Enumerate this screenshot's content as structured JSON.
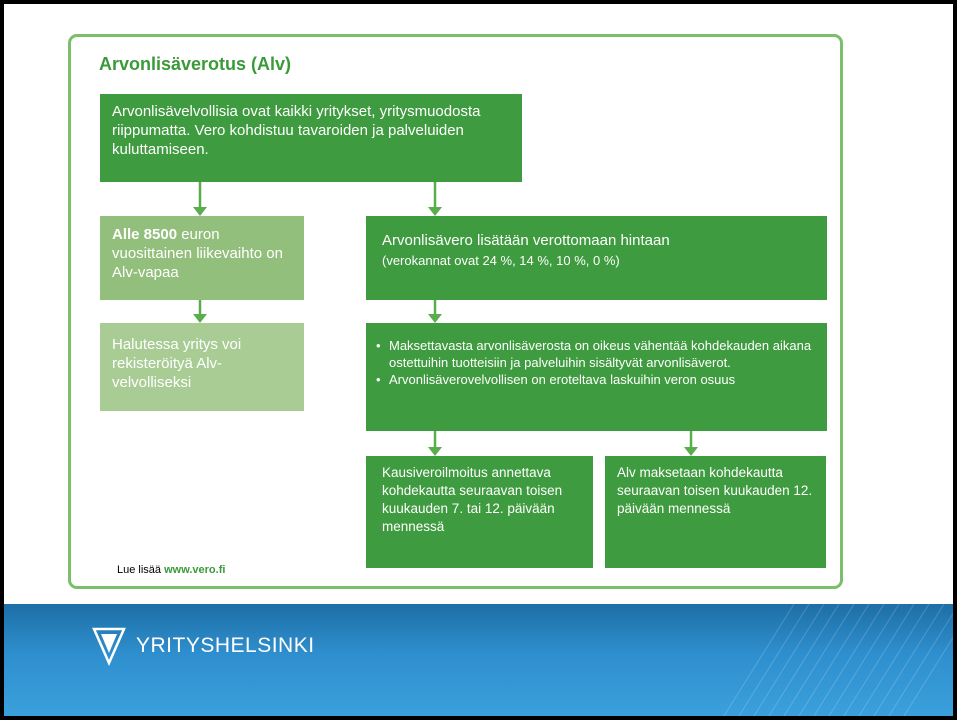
{
  "title": "Arvonlisäverotus (Alv)",
  "boxes": {
    "top": "Arvonlisävelvollisia ovat kaikki yritykset, yritysmuodosta riippumatta. Vero kohdistuu tavaroiden ja palveluiden kuluttamiseen.",
    "alle_bold": "Alle 8500",
    "alle_rest": " euron vuosittainen liikevaihto on Alv-vapaa",
    "halutessa": "Halutessa yritys voi rekisteröityä Alv-velvolliseksi",
    "alv_main": "Arvonlisävero lisätään verottomaan hintaan",
    "alv_sub": "(verokannat ovat 24 %, 14 %, 10 %, 0 %)",
    "bullet_1": "Maksettavasta arvonlisäverosta on oikeus vähentää kohdekauden aikana ostettuihin tuotteisiin ja palveluihin sisältyvät arvonlisäverot.",
    "bullet_2": "Arvonlisäverovelvollisen on eroteltava laskuihin veron osuus",
    "kausi": "Kausiveroilmoitus annettava kohdekautta seuraavan toisen kuukauden 7. tai 12. päivään mennessä",
    "maksu": "Alv maksetaan kohdekautta seuraavan toisen kuukauden 12. päivään mennessä"
  },
  "footnote": {
    "prefix": "Lue lisää ",
    "link": "www.vero.fi"
  },
  "logo": {
    "text": "YRITYSHELSINKI"
  },
  "colors": {
    "accent_green": "#3a9a3a",
    "box_dark": "#3f9b3f",
    "box_light": "#93bf7d",
    "band_blue": "#2f8fce"
  }
}
